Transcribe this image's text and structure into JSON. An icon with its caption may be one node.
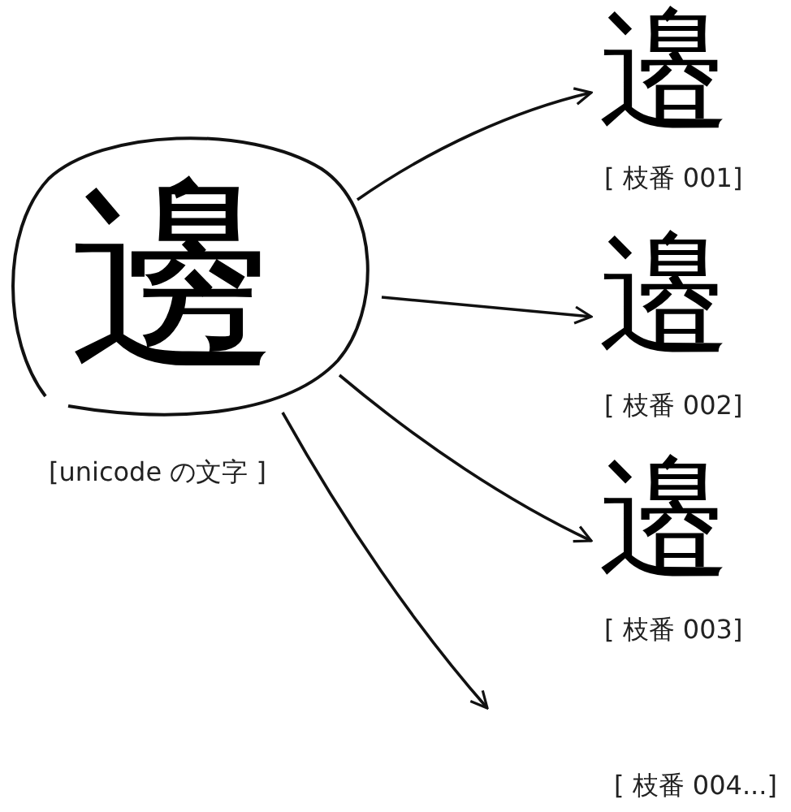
{
  "diagram": {
    "nodes": [
      {
        "text": [
          "邊"
        ],
        "beside": [
          "[unicode の文字 ]"
        ]
      },
      {
        "text": [
          "邉",
          "[ 枝番 001]"
        ]
      },
      {
        "text": [
          "邉",
          "[ 枝番 002]"
        ]
      },
      {
        "text": [
          "邉",
          "[ 枝番 003]"
        ]
      }
    ],
    "edges": [
      {
        "from": 0,
        "to": 1,
        "arrow": "to"
      },
      {
        "from": 0,
        "to": 2,
        "arrow": "to"
      },
      {
        "from": 0,
        "to": 3,
        "arrow": "to"
      },
      {
        "from": 0,
        "to": null,
        "arrow": "to"
      }
    ],
    "labels": [
      "[ 枝番 004...]"
    ]
  }
}
